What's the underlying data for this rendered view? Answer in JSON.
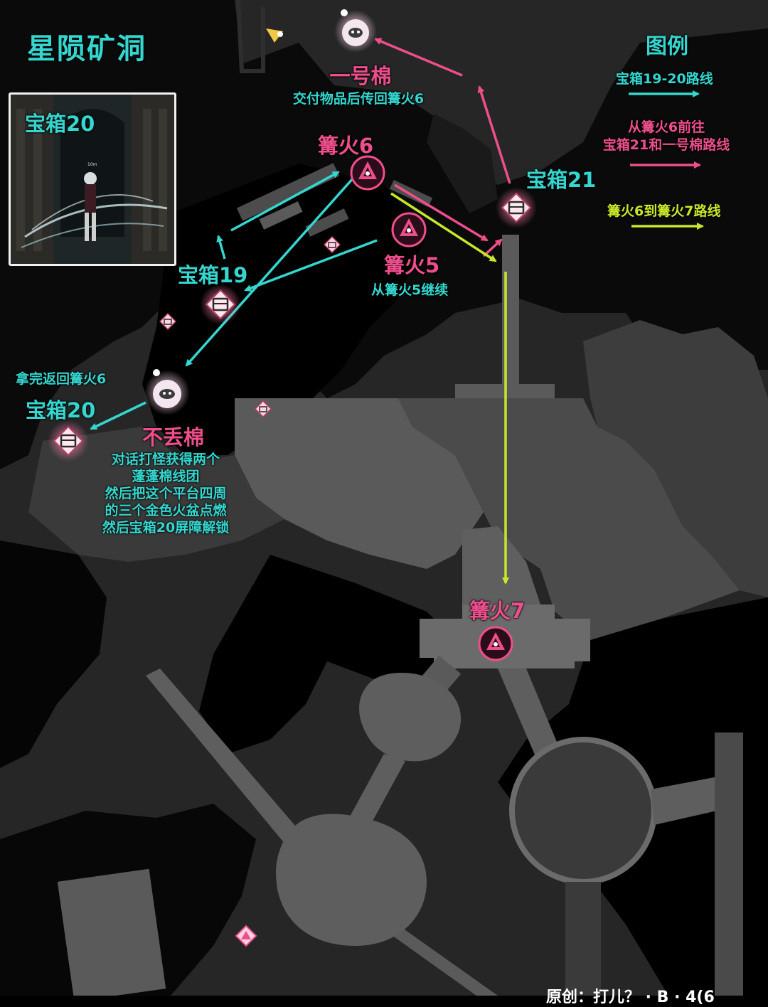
{
  "map": {
    "title": "星陨矿洞",
    "legend": {
      "heading": "图例",
      "items": [
        {
          "label": "宝箱19-20路线",
          "color": "#34d6cf"
        },
        {
          "label_line1": "从篝火6前往",
          "label_line2": "宝箱21和一号棉路线",
          "color": "#ee4f8c"
        },
        {
          "label": "篝火6到篝火7路线",
          "color": "#c7e82a"
        }
      ]
    },
    "inset": {
      "label": "宝箱20",
      "distance": "10m"
    },
    "labels": {
      "yihaomian": "一号棉",
      "yihaomian_note": "交付物品后传回篝火6",
      "gouhuo6": "篝火6",
      "baoxiang21": "宝箱21",
      "gouhuo5": "篝火5",
      "gouhuo5_note": "从篝火5继续",
      "baoxiang19": "宝箱19",
      "baoxiang20": "宝箱20",
      "return_note": "拿完返回篝火6",
      "budiumian": "不丢棉",
      "budiumian_note": [
        "对话打怪获得两个",
        "蓬蓬棉线团",
        "然后把这个平台四周",
        "的三个金色火盆点燃",
        "然后宝箱20屏障解锁"
      ],
      "gouhuo7": "篝火7"
    },
    "footer_partial": "原创：打儿？ · B · 4(6",
    "colors": {
      "route_cyan": "#34d6cf",
      "route_pink": "#ee4f8c",
      "route_lime": "#c7e82a",
      "terrain_light": "#5a5a5a",
      "terrain_dark": "#2e2e2e",
      "void": "#000000"
    },
    "icons": [
      "bonfire-icon",
      "chest-icon",
      "sheep-npc-icon",
      "quest-marker-icon"
    ]
  }
}
